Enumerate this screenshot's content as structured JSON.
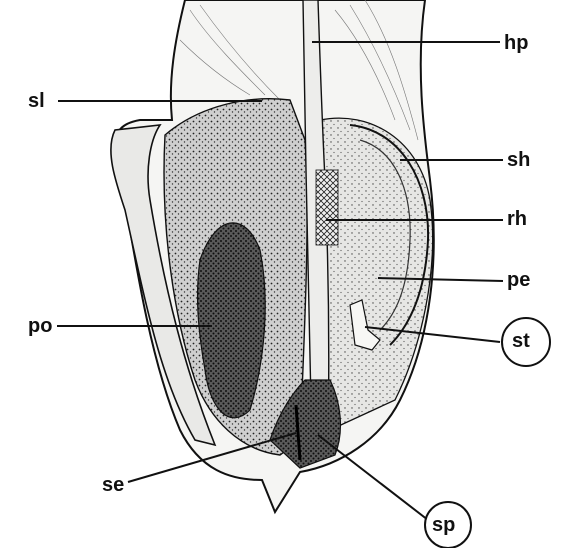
{
  "labels": {
    "hp": "hp",
    "sl": "sl",
    "sh": "sh",
    "rh": "rh",
    "pe": "pe",
    "po": "po",
    "st": "st",
    "se": "se",
    "sp": "sp"
  },
  "colors": {
    "ink": "#111111",
    "background": "#ffffff",
    "shadow": "#2a2a2a",
    "membrane": "#f4f4f2"
  }
}
